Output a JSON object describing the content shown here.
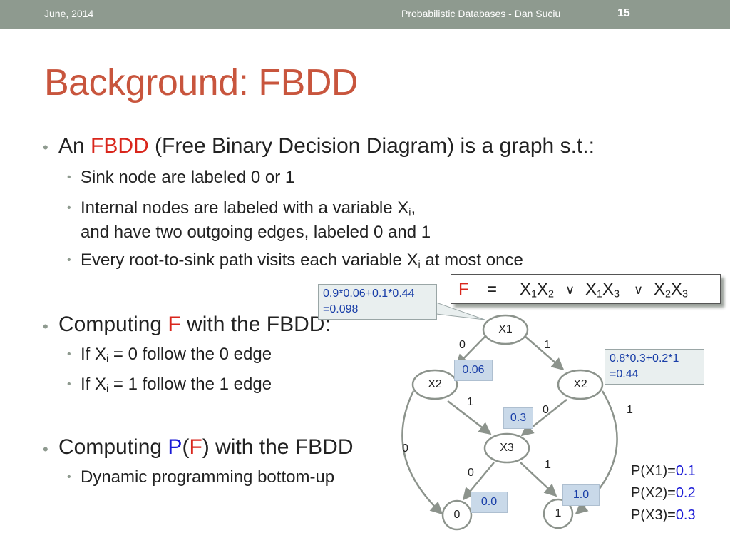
{
  "header": {
    "date": "June, 2014",
    "course": "Probabilistic Databases - Dan Suciu",
    "page": "15"
  },
  "title": "Background: FBDD",
  "bullets": {
    "b1_pre": "An ",
    "b1_red": "FBDD",
    "b1_post": " (Free Binary Decision Diagram) is a graph s.t.:",
    "s1": "Sink node are labeled 0 or 1",
    "s2_pre": "Internal nodes are labeled with a variable X",
    "s2_sub": "i",
    "s2_post": ",",
    "s2_line2": "and have two outgoing edges, labeled 0 and 1",
    "s3_pre": "Every root-to-sink path visits each variable X",
    "s3_sub": "i",
    "s3_post": " at most once",
    "b2_pre": "Computing ",
    "b2_red": "F",
    "b2_post": " with the FBDD:",
    "s4_pre": "If X",
    "s4_sub": "i",
    "s4_post": " = 0 follow the 0 edge",
    "s5_pre": "If X",
    "s5_sub": "i",
    "s5_post": " = 1 follow the 1 edge",
    "b3_pre": "Computing ",
    "b3_blue": "P",
    "b3_paren_open": "(",
    "b3_red": "F",
    "b3_post": ") with the FBDD",
    "s6": "Dynamic programming bottom-up"
  },
  "formula": {
    "lhs": "F",
    "eq": "=",
    "t1a": "X",
    "t1a_sub": "1",
    "t1b": "X",
    "t1b_sub": "2",
    "or1": "∨",
    "t2a": "X",
    "t2a_sub": "1",
    "t2b": "X",
    "t2b_sub": "3",
    "or2": "∨",
    "t3a": "X",
    "t3a_sub": "2",
    "t3b": "X",
    "t3b_sub": "3"
  },
  "callouts": {
    "left_line1": "0.9*0.06+0.1*0.44",
    "left_line2": "=0.098",
    "right_line1": "0.8*0.3+0.2*1",
    "right_line2": "=0.44"
  },
  "graph": {
    "nodes": {
      "x1": "X1",
      "x2_left": "X2",
      "x2_right": "X2",
      "x3": "X3",
      "sink0": "0",
      "sink1": "1"
    },
    "edge_labels": {
      "x1_left": "0",
      "x1_right": "1",
      "x2l_to_x3": "1",
      "x2l_to_sink0": "0",
      "x2r_to_x3": "0",
      "x2r_to_sink1": "1",
      "x3_to_sink0": "0",
      "x3_to_sink1": "1"
    },
    "values": {
      "x2_left": "0.06",
      "x3": "0.3",
      "sink0": "0.0",
      "sink1": "1.0"
    }
  },
  "probabilities": [
    {
      "label": "P(X1)=",
      "value": "0.1"
    },
    {
      "label": "P(X2)=",
      "value": "0.2"
    },
    {
      "label": "P(X3)=",
      "value": "0.3"
    }
  ],
  "colors": {
    "accent_red": "#d9261c",
    "accent_blue": "#1a1ad6",
    "title": "#c8553d",
    "header_bar": "#8e9a8f"
  }
}
